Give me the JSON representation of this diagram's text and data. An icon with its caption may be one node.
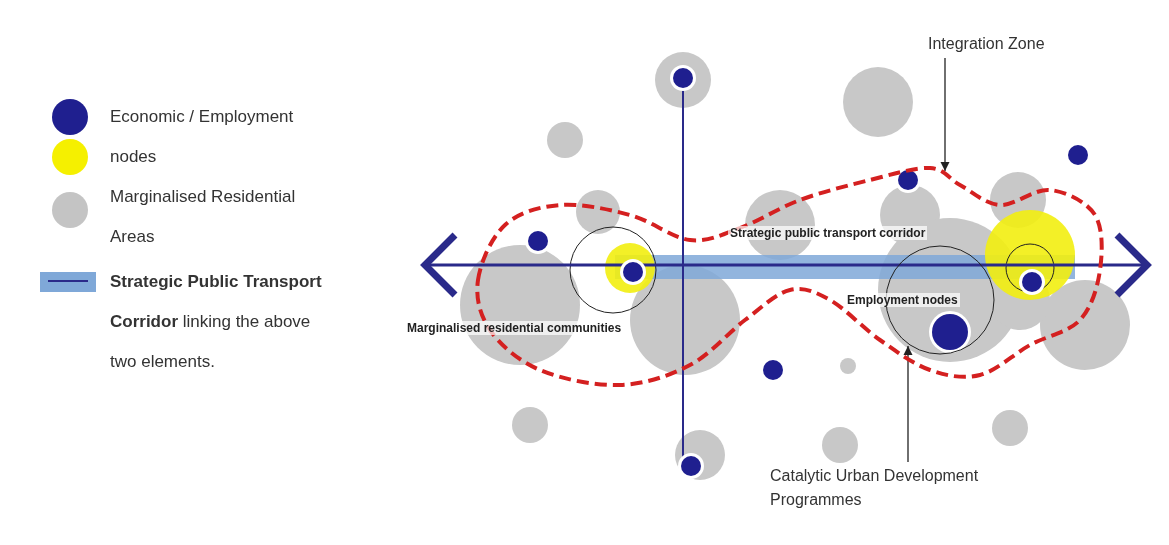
{
  "diagram": {
    "nodes": [
      {
        "text": [
          "Integration Zone"
        ]
      },
      {
        "text": [],
        "shape": "outline"
      },
      {
        "text": [
          "Catalytic Urban Development Programmes"
        ]
      },
      {
        "text": [],
        "shape": "circle",
        "in": 1
      }
    ],
    "edges": [
      {
        "from": 0,
        "to": 1,
        "arrow": "to"
      },
      {
        "from": 2,
        "to": 3,
        "arrow": "to"
      }
    ],
    "labels": [
      "Strategic public transport corridor",
      "Employment nodes",
      "Marginalised residential communities"
    ],
    "legend": [
      {
        "text": "Economic / Employment",
        "color": "#1f1f8f"
      },
      {
        "text": "nodes",
        "color": "#f5f000"
      },
      {
        "text": "Marginalised Residential Areas",
        "color": "#c4c4c4"
      },
      {
        "text": "**Strategic Public Transport Corridor** linking the above two elements."
      }
    ]
  }
}
